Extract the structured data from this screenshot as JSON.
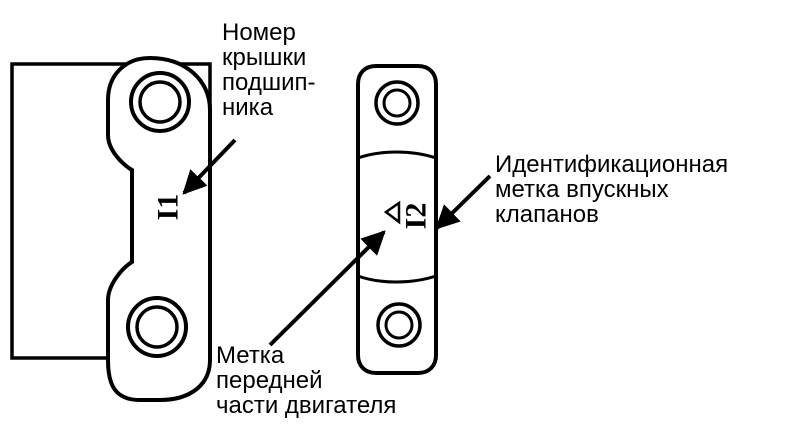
{
  "labels": {
    "cap_number": [
      "Номер",
      "крышки",
      "подшип-",
      "ника"
    ],
    "intake_mark": [
      "Идентификационная",
      "метка впускных",
      "клапанов"
    ],
    "front_mark": [
      "Метка",
      "передней",
      "части двигателя"
    ]
  },
  "stamps": {
    "left_cap": "I1",
    "right_cap": "I2"
  },
  "colors": {
    "ink": "#000000",
    "paper": "#ffffff"
  }
}
